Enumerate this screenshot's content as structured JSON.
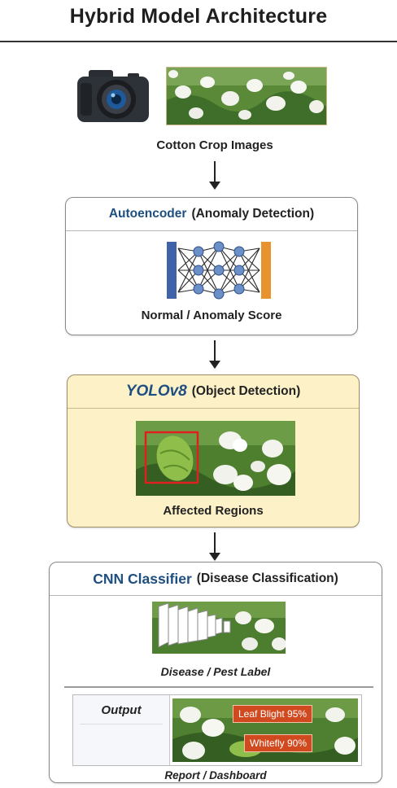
{
  "diagram": {
    "title": "Hybrid Model Architecture",
    "input": {
      "caption": "Cotton Crop Images"
    },
    "autoencoder": {
      "name": "Autoencoder",
      "role": "(Anomaly Detection)",
      "caption": "Normal / Anomaly Score"
    },
    "yolo": {
      "name": "YOLOv8",
      "role": "(Object Detection)",
      "caption": "Affected Regions"
    },
    "cnn": {
      "name": "CNN Classifier",
      "role": "(Disease Classification)",
      "caption": "Disease / Pest Label",
      "output_label": "Output",
      "detections": [
        {
          "label": "Leaf Blight 95%"
        },
        {
          "label": "Whitefly 90%"
        }
      ],
      "footer": "Report / Dashboard"
    },
    "colors": {
      "accent_blue": "#1e4f80",
      "yolo_panel": "#fdf1c8",
      "encoder_blue": "#3f62a8",
      "decoder_orange": "#e8932e",
      "detection_red": "#d14a1f"
    }
  }
}
